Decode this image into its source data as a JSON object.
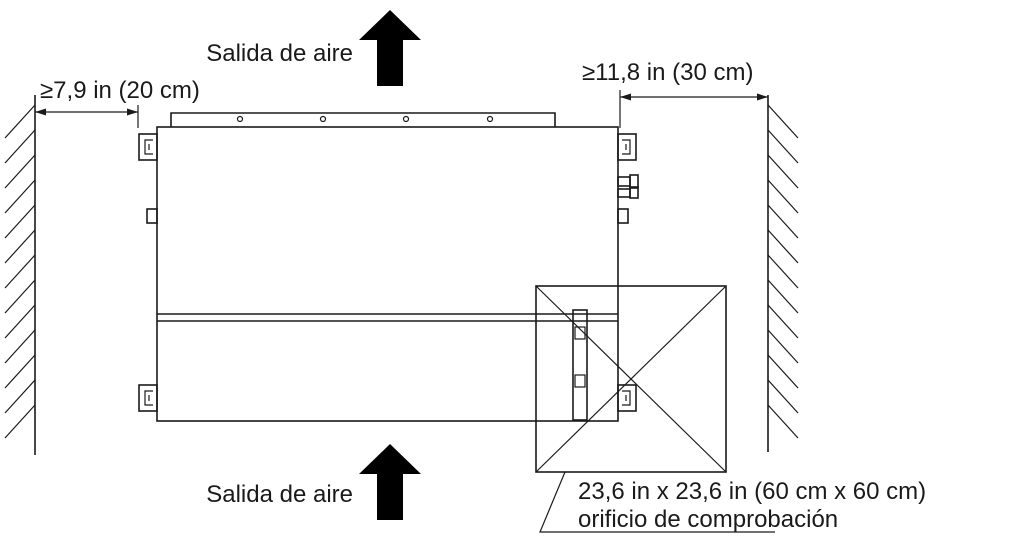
{
  "labels": {
    "outlet_top": "Salida de aire",
    "outlet_bottom": "Salida de aire",
    "clearance_left": "≥7,9 in (20 cm)",
    "clearance_right": "≥11,8 in (30 cm)",
    "access_size": "23,6 in x 23,6 in (60 cm x 60 cm)",
    "access_name": "orificio de comprobación"
  },
  "colors": {
    "line": "#1a1a1a",
    "arrow": "#000000",
    "background": "#ffffff"
  }
}
